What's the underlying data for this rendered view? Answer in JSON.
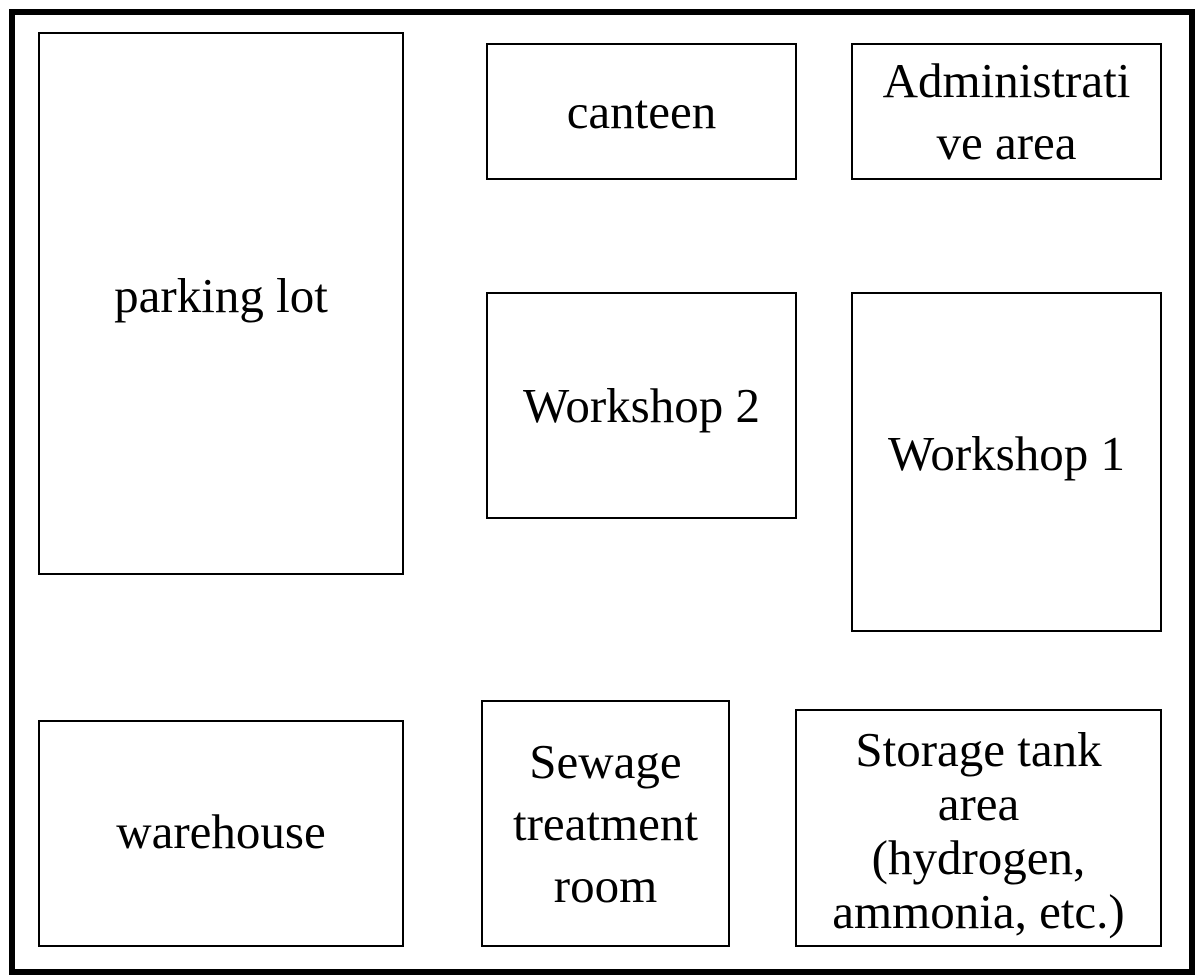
{
  "zones": {
    "parking_lot": "parking lot",
    "canteen": "canteen",
    "administrative_area": "Administrati\nve area",
    "workshop_2": "Workshop 2",
    "workshop_1": "Workshop 1",
    "warehouse": "warehouse",
    "sewage_treatment_room": "Sewage\ntreatment\nroom",
    "storage_tank_area": "Storage tank\narea\n(hydrogen,\nammonia, etc.)"
  },
  "colors": {
    "line": "#000000",
    "background": "#ffffff"
  }
}
